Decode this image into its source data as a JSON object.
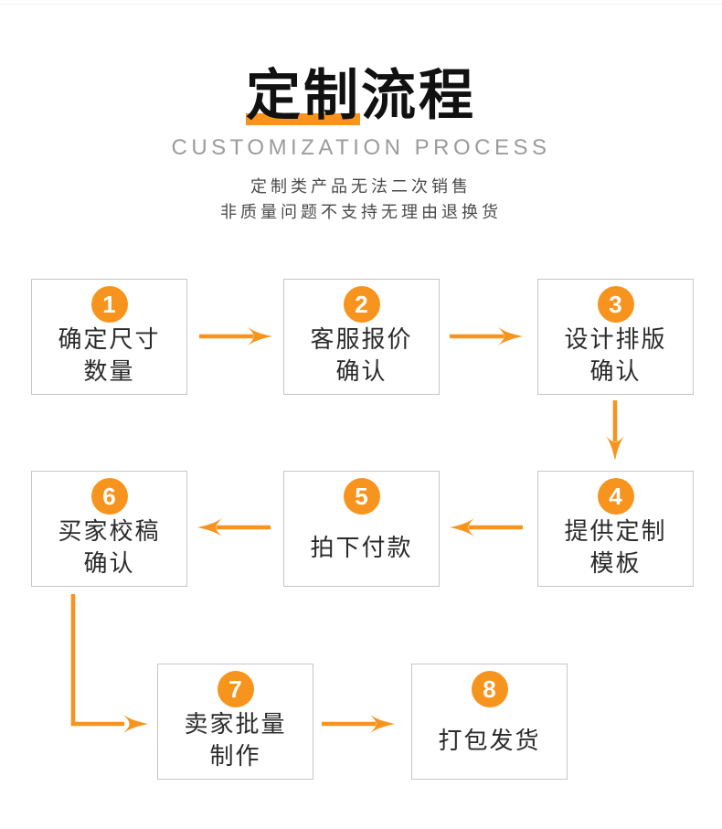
{
  "header": {
    "title": "定制流程",
    "subtitle": "CUSTOMIZATION PROCESS",
    "note_line1": "定制类产品无法二次销售",
    "note_line2": "非质量问题不支持无理由退换货"
  },
  "colors": {
    "accent": "#F7941E",
    "box_border": "#C6C6C6",
    "title": "#111111",
    "subtitle": "#9B9B9B",
    "note": "#4A4A4A",
    "box_text": "#2B2B2B"
  },
  "steps": [
    {
      "number": "1",
      "lines": [
        "确定尺寸",
        "数量"
      ]
    },
    {
      "number": "2",
      "lines": [
        "客服报价",
        "确认"
      ]
    },
    {
      "number": "3",
      "lines": [
        "设计排版",
        "确认"
      ]
    },
    {
      "number": "4",
      "lines": [
        "提供定制",
        "模板"
      ]
    },
    {
      "number": "5",
      "lines": [
        "拍下付款"
      ]
    },
    {
      "number": "6",
      "lines": [
        "买家校稿",
        "确认"
      ]
    },
    {
      "number": "7",
      "lines": [
        "卖家批量",
        "制作"
      ]
    },
    {
      "number": "8",
      "lines": [
        "打包发货"
      ]
    }
  ]
}
